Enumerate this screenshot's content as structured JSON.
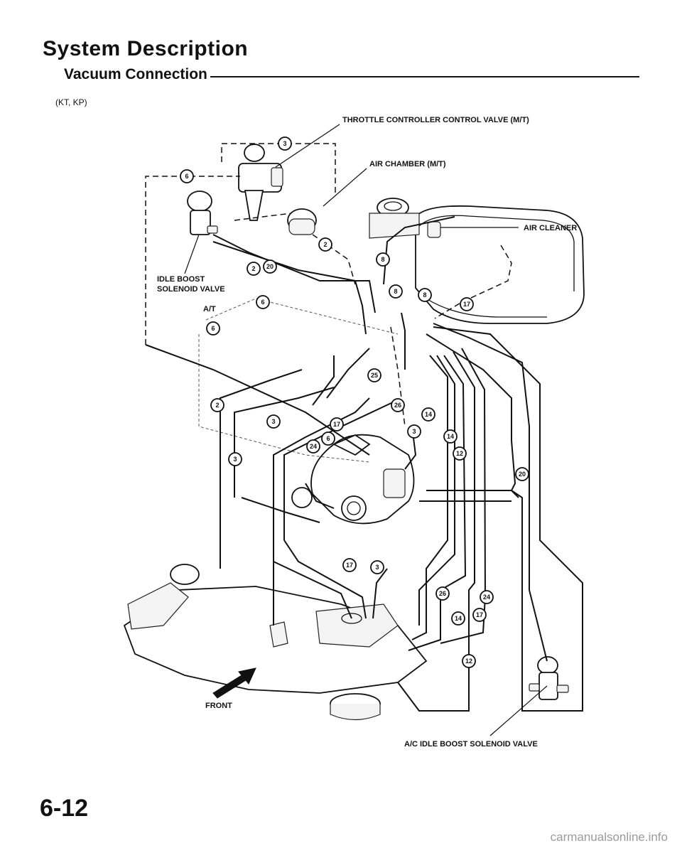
{
  "header": {
    "title": "System Description",
    "subtitle": "Vacuum Connection",
    "variant": "(KT, KP)"
  },
  "labels": {
    "throttle_controller_valve": "THROTTLE CONTROLLER CONTROL VALVE (M/T)",
    "air_chamber": "AIR CHAMBER (M/T)",
    "air_cleaner": "AIR CLEANER",
    "idle_boost_line1": "IDLE BOOST",
    "idle_boost_line2": "SOLENOID VALVE",
    "at": "A/T",
    "front": "FRONT",
    "ac_idle_boost": "A/C IDLE BOOST SOLENOID VALVE"
  },
  "hose_markers": [
    {
      "id": "m1",
      "value": "3"
    },
    {
      "id": "m2",
      "value": "6"
    },
    {
      "id": "m3",
      "value": "2"
    },
    {
      "id": "m4",
      "value": "2"
    },
    {
      "id": "m5",
      "value": "20"
    },
    {
      "id": "m6",
      "value": "8"
    },
    {
      "id": "m7",
      "value": "8"
    },
    {
      "id": "m8",
      "value": "8"
    },
    {
      "id": "m9",
      "value": "17"
    },
    {
      "id": "m10",
      "value": "6"
    },
    {
      "id": "m11",
      "value": "6"
    },
    {
      "id": "m12",
      "value": "25"
    },
    {
      "id": "m13",
      "value": "26"
    },
    {
      "id": "m14",
      "value": "14"
    },
    {
      "id": "m15",
      "value": "2"
    },
    {
      "id": "m16",
      "value": "3"
    },
    {
      "id": "m17",
      "value": "17"
    },
    {
      "id": "m18",
      "value": "3"
    },
    {
      "id": "m19",
      "value": "14"
    },
    {
      "id": "m20",
      "value": "6"
    },
    {
      "id": "m21",
      "value": "24"
    },
    {
      "id": "m22",
      "value": "12"
    },
    {
      "id": "m23",
      "value": "3"
    },
    {
      "id": "m24",
      "value": "20"
    },
    {
      "id": "m25",
      "value": "17"
    },
    {
      "id": "m26",
      "value": "3"
    },
    {
      "id": "m27",
      "value": "26"
    },
    {
      "id": "m28",
      "value": "24"
    },
    {
      "id": "m29",
      "value": "14"
    },
    {
      "id": "m30",
      "value": "17"
    },
    {
      "id": "m31",
      "value": "12"
    }
  ],
  "footer": {
    "page_number": "6-12",
    "watermark": "carmanualsonline.info"
  }
}
